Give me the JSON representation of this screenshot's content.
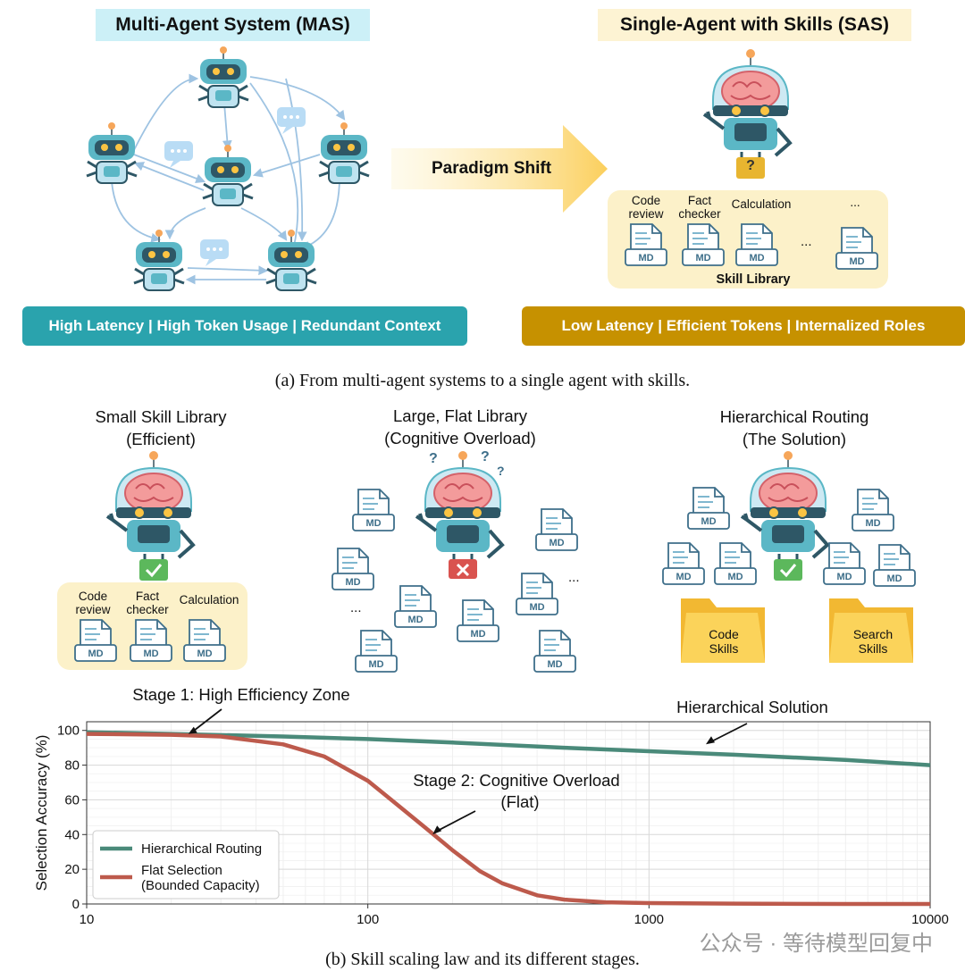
{
  "part_a": {
    "mas_title": "Multi-Agent System (MAS)",
    "sas_title": "Single-Agent with Skills (SAS)",
    "arrow_label": "Paradigm Shift",
    "mas_banner": "High Latency | High Token Usage | Redundant Context",
    "sas_banner": "Low Latency | Efficient Tokens | Internalized Roles",
    "skill_labels": [
      "Code review",
      "Fact checker",
      "Calculation",
      "..."
    ],
    "skill_library_label": "Skill Library",
    "ellipsis": "...",
    "doc_tag": "MD",
    "question_mark": "?",
    "caption": "(a) From multi-agent systems to a single agent with skills.",
    "colors": {
      "mas_banner": "#2aa3ad",
      "sas_banner": "#c69100",
      "mas_title_bg": "#ccf0f7",
      "sas_title_bg": "#fdf3d3",
      "robot": "#5bb7c6",
      "arrow": "#fbd36a"
    }
  },
  "part_b": {
    "panels": [
      {
        "title_line1": "Small Skill Library",
        "title_line2": "(Efficient)"
      },
      {
        "title_line1": "Large, Flat Library",
        "title_line2": "(Cognitive Overload)"
      },
      {
        "title_line1": "Hierarchical Routing",
        "title_line2": "(The Solution)"
      }
    ],
    "small_skill_labels": [
      "Code review",
      "Fact checker",
      "Calculation"
    ],
    "folders": [
      "Code Skills",
      "Search Skills"
    ],
    "ellipsis": "...",
    "doc_tag": "MD",
    "caption": "(b) Skill scaling law and its different stages."
  },
  "chart_data": {
    "type": "line",
    "xscale": "log",
    "xlim": [
      10,
      10000
    ],
    "ylim": [
      0,
      105
    ],
    "xticks": [
      10,
      100,
      1000,
      10000
    ],
    "yticks": [
      0,
      20,
      40,
      60,
      80,
      100
    ],
    "xlabel": "",
    "ylabel": "Selection Accuracy (%)",
    "grid": true,
    "legend_position": "lower-left",
    "series": [
      {
        "name": "Hierarchical Routing",
        "color": "#4a8a7a",
        "x": [
          10,
          20,
          50,
          100,
          200,
          500,
          1000,
          2000,
          5000,
          10000
        ],
        "y": [
          99,
          98,
          96.5,
          95,
          93,
          90,
          88,
          86,
          83,
          80
        ]
      },
      {
        "name": "Flat Selection\n(Bounded Capacity)",
        "color": "#bd5a4c",
        "x": [
          10,
          20,
          30,
          50,
          70,
          100,
          130,
          160,
          200,
          250,
          300,
          400,
          500,
          700,
          1000,
          2000,
          5000,
          10000
        ],
        "y": [
          98,
          97.5,
          96.5,
          92,
          85,
          71,
          56,
          44,
          31,
          19,
          12,
          5,
          2.5,
          1,
          0.5,
          0.2,
          0,
          0
        ]
      }
    ],
    "annotations": [
      {
        "text": "Stage 1: High Efficiency Zone",
        "x": 23,
        "y": 98
      },
      {
        "text": "Hierarchical Solution",
        "x": 170,
        "y": 93
      },
      {
        "text": "Stage 2: Cognitive Overload\n(Flat)",
        "x": 170,
        "y": 40
      }
    ]
  },
  "watermark": "公众号 · 等待模型回复中"
}
